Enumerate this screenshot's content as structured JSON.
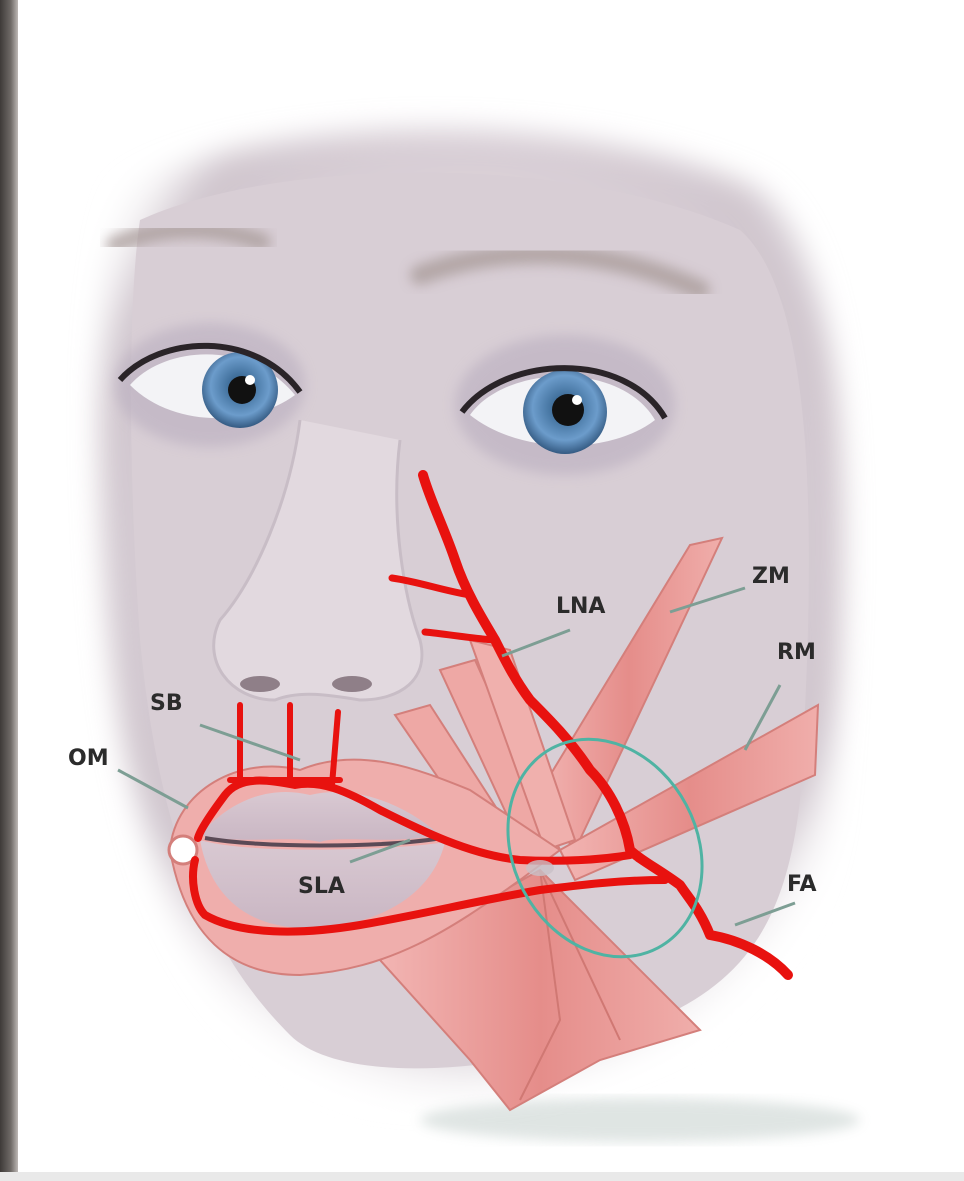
{
  "labels": {
    "zm": "ZM",
    "lna": "LNA",
    "rm": "RM",
    "sb": "SB",
    "om": "OM",
    "sla": "SLA",
    "fa": "FA"
  },
  "colors": {
    "artery": "#e8120f",
    "muscle": "#e99a9a",
    "muscle_dark": "#d9736f",
    "leader": "#7d9e94",
    "ellipse": "#4fb3a3",
    "skin": "#dcd3d8",
    "label": "#2b2b2b"
  },
  "icons": [
    "face-illustration",
    "artery-path",
    "muscle-band",
    "danger-zone-ellipse"
  ]
}
